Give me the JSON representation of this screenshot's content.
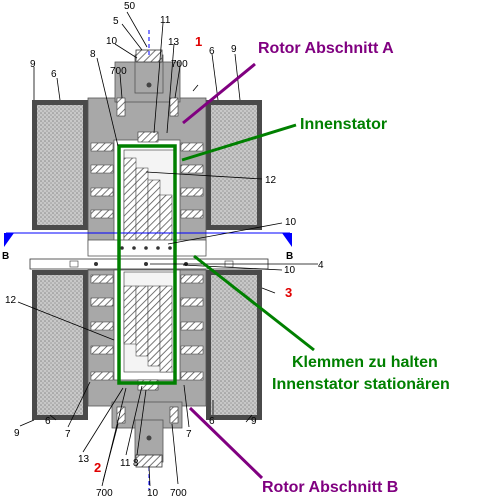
{
  "colors": {
    "purple": "#800080",
    "green": "#008000",
    "red": "#e00000",
    "blue": "#0000ff",
    "housing": "#a8a8a8",
    "coil_frame": "#4a4a4a",
    "stator_fill": "#f4f4f4"
  },
  "annotations": {
    "rotor_a": "Rotor Abschnitt A",
    "innenstator": "Innenstator",
    "klemmen_line1": "Klemmen zu halten",
    "klemmen_line2": "Innenstator stationären",
    "rotor_b": "Rotor Abschnitt B"
  },
  "section_marker": {
    "left": "B",
    "right": "B"
  },
  "red_labels": {
    "r1": "1",
    "r2": "2",
    "r3": "3"
  },
  "labels": {
    "n50": "50",
    "n5": "5",
    "n10_top": "10",
    "n11_top": "11",
    "n13_top": "13",
    "n8_top": "8",
    "n700_tl": "700",
    "n700_tr": "700",
    "n6_tr": "6",
    "n9_tr": "9",
    "n9_tl": "9",
    "n6_tl": "6",
    "n12_upper": "12",
    "n10_mid": "10",
    "n4": "4",
    "n10_mid2": "10",
    "n12_lower": "12",
    "n9_bl": "9",
    "n6_bl": "6",
    "n7_bl": "7",
    "n13_bot": "13",
    "n700_bl": "700",
    "n11_bot": "11",
    "n8_bot": "8",
    "n10_bot": "10",
    "n700_br": "700",
    "n7_br": "7",
    "n6_br": "6",
    "n9_br": "9"
  }
}
